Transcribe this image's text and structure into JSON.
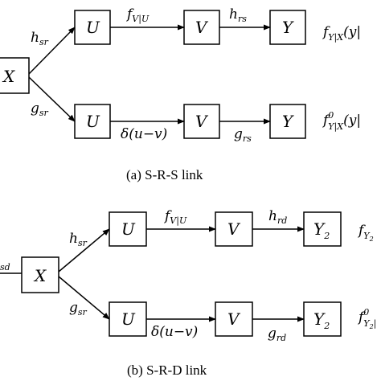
{
  "panel_a": {
    "nodes": {
      "x": "X",
      "u_top": "U",
      "v_top": "V",
      "y_top": "Y",
      "u_bot": "U",
      "v_bot": "V",
      "y_bot": "Y"
    },
    "edges": {
      "h_main": "h",
      "h_sub": "sr",
      "g_main": "g",
      "g_sub": "sr",
      "f_main": "f",
      "f_sub": "V|U",
      "hrs_main": "h",
      "hrs_sub": "rs",
      "delta": "δ(u−v)",
      "grs_main": "g",
      "grs_sub": "rs"
    },
    "outputs": {
      "top_main": "f",
      "top_sub": "Y|X",
      "top_arg": "(y|",
      "bot_main": "f",
      "bot_sup": "0",
      "bot_sub": "Y|X",
      "bot_arg": "(y|"
    },
    "caption": "(a) S-R-S link"
  },
  "panel_b": {
    "nodes": {
      "x": "X",
      "u_top": "U",
      "v_top": "V",
      "y_top": "Y",
      "y_top_sub": "2",
      "u_bot": "U",
      "v_bot": "V",
      "y_bot": "Y",
      "y_bot_sub": "2"
    },
    "edges": {
      "fsd_partial": "sd",
      "h_main": "h",
      "h_sub": "sr",
      "g_main": "g",
      "g_sub": "sr",
      "f_main": "f",
      "f_sub": "V|U",
      "hrd_main": "h",
      "hrd_sub": "rd",
      "delta": "δ(u−v)",
      "grd_main": "g",
      "grd_sub": "rd"
    },
    "outputs": {
      "top_main": "f",
      "top_sub": "Y",
      "top_subsub": "2",
      "bot_main": "f",
      "bot_sup": "0",
      "bot_sub": "Y",
      "bot_subsub": "2",
      "bot_tail": "|"
    },
    "caption": "(b) S-R-D link"
  }
}
